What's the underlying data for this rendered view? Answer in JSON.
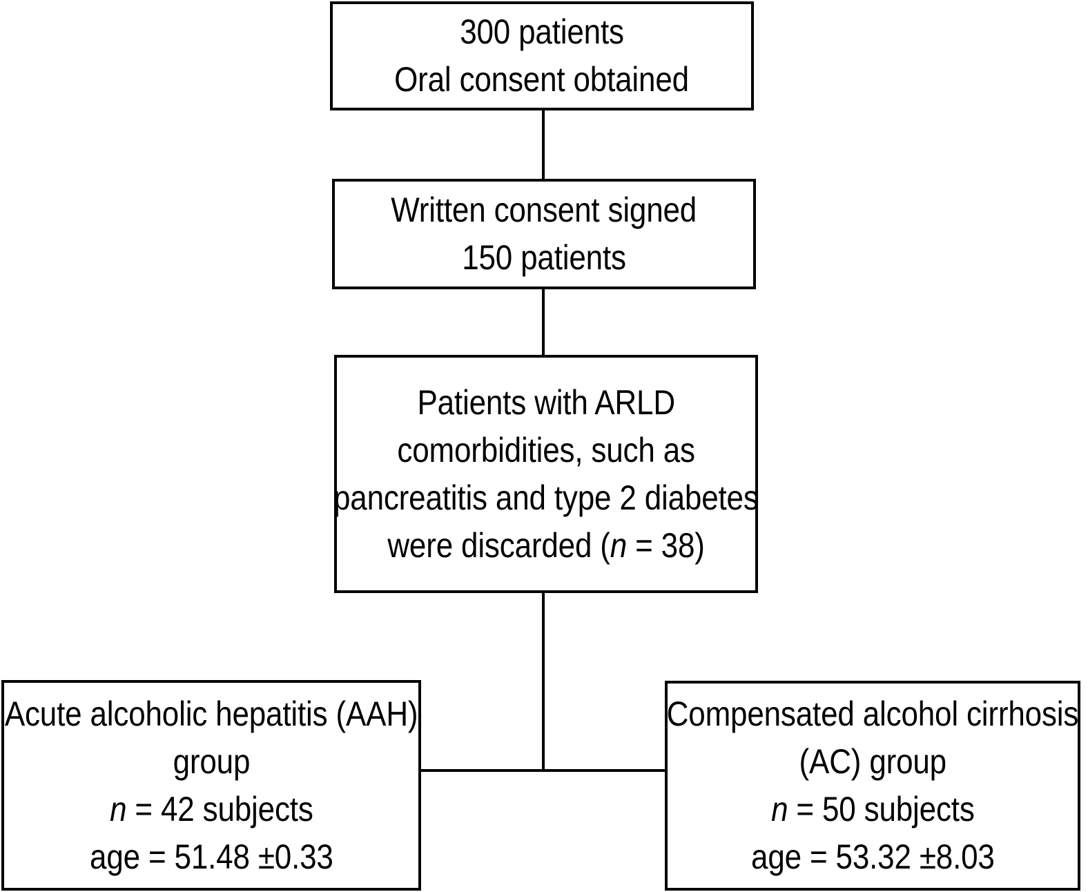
{
  "figure": {
    "type": "flowchart",
    "title": "Patient enrollment and group allocation flow diagram",
    "orientation": "top-to-bottom",
    "colors": {
      "background": "#ffffff",
      "stroke": "#000000",
      "text": "#000000"
    }
  },
  "nodes": {
    "consent": {
      "id": "consent",
      "lines": [
        "300 patients",
        "Oral consent obtained"
      ],
      "line1": "300 patients",
      "line2": "Oral consent obtained"
    },
    "written": {
      "id": "written",
      "lines": [
        "Written consent signed",
        "150 patients"
      ],
      "line1": "Written consent signed",
      "line2": "150 patients"
    },
    "excluded": {
      "id": "excluded",
      "lines": [
        "Patients with ARLD",
        "comorbidities, such as",
        "pancreatitis and type 2 diabetes",
        "were discarded (n = 38)"
      ],
      "line1": "Patients with ARLD",
      "line2": "comorbidities, such as",
      "line3": "pancreatitis and type 2 diabetes",
      "line4_prefix": "were discarded (",
      "line4_italic": "n",
      "line4_suffix": " = 38)",
      "excluded_count": 38
    },
    "aah_group": {
      "id": "aah-group",
      "lines": [
        "Acute alcoholic hepatitis (AAH)",
        "group",
        "n = 42 subjects",
        "age = 51.48 ±0.33"
      ],
      "line1": "Acute alcoholic hepatitis (AAH)",
      "line2": "group",
      "line3_italic": "n",
      "line3_suffix": " = 42 subjects",
      "line4": "age = 51.48 ±0.33",
      "group_name": "Acute alcoholic hepatitis (AAH) group",
      "abbreviation": "AAH",
      "n_subjects": 42,
      "age_mean": 51.48,
      "age_sd": 0.33
    },
    "ac_group": {
      "id": "ac-group",
      "lines": [
        "Compensated alcohol cirrhosis",
        "(AC) group",
        "n = 50 subjects",
        "age = 53.32 ±8.03"
      ],
      "line1": "Compensated alcohol cirrhosis",
      "line2": "(AC) group",
      "line3_italic": "n",
      "line3_suffix": " = 50 subjects",
      "line4": "age = 53.32 ±8.03",
      "group_name": "Compensated alcohol cirrhosis (AC) group",
      "abbreviation": "AC",
      "n_subjects": 50,
      "age_mean": 53.32,
      "age_sd": 8.03
    }
  },
  "edges": [
    {
      "from": "consent",
      "to": "written",
      "style": "vertical-line"
    },
    {
      "from": "written",
      "to": "excluded",
      "style": "vertical-line"
    },
    {
      "from": "excluded",
      "to": "aah_group",
      "style": "split-elbow-left"
    },
    {
      "from": "excluded",
      "to": "ac_group",
      "style": "split-elbow-right"
    }
  ]
}
